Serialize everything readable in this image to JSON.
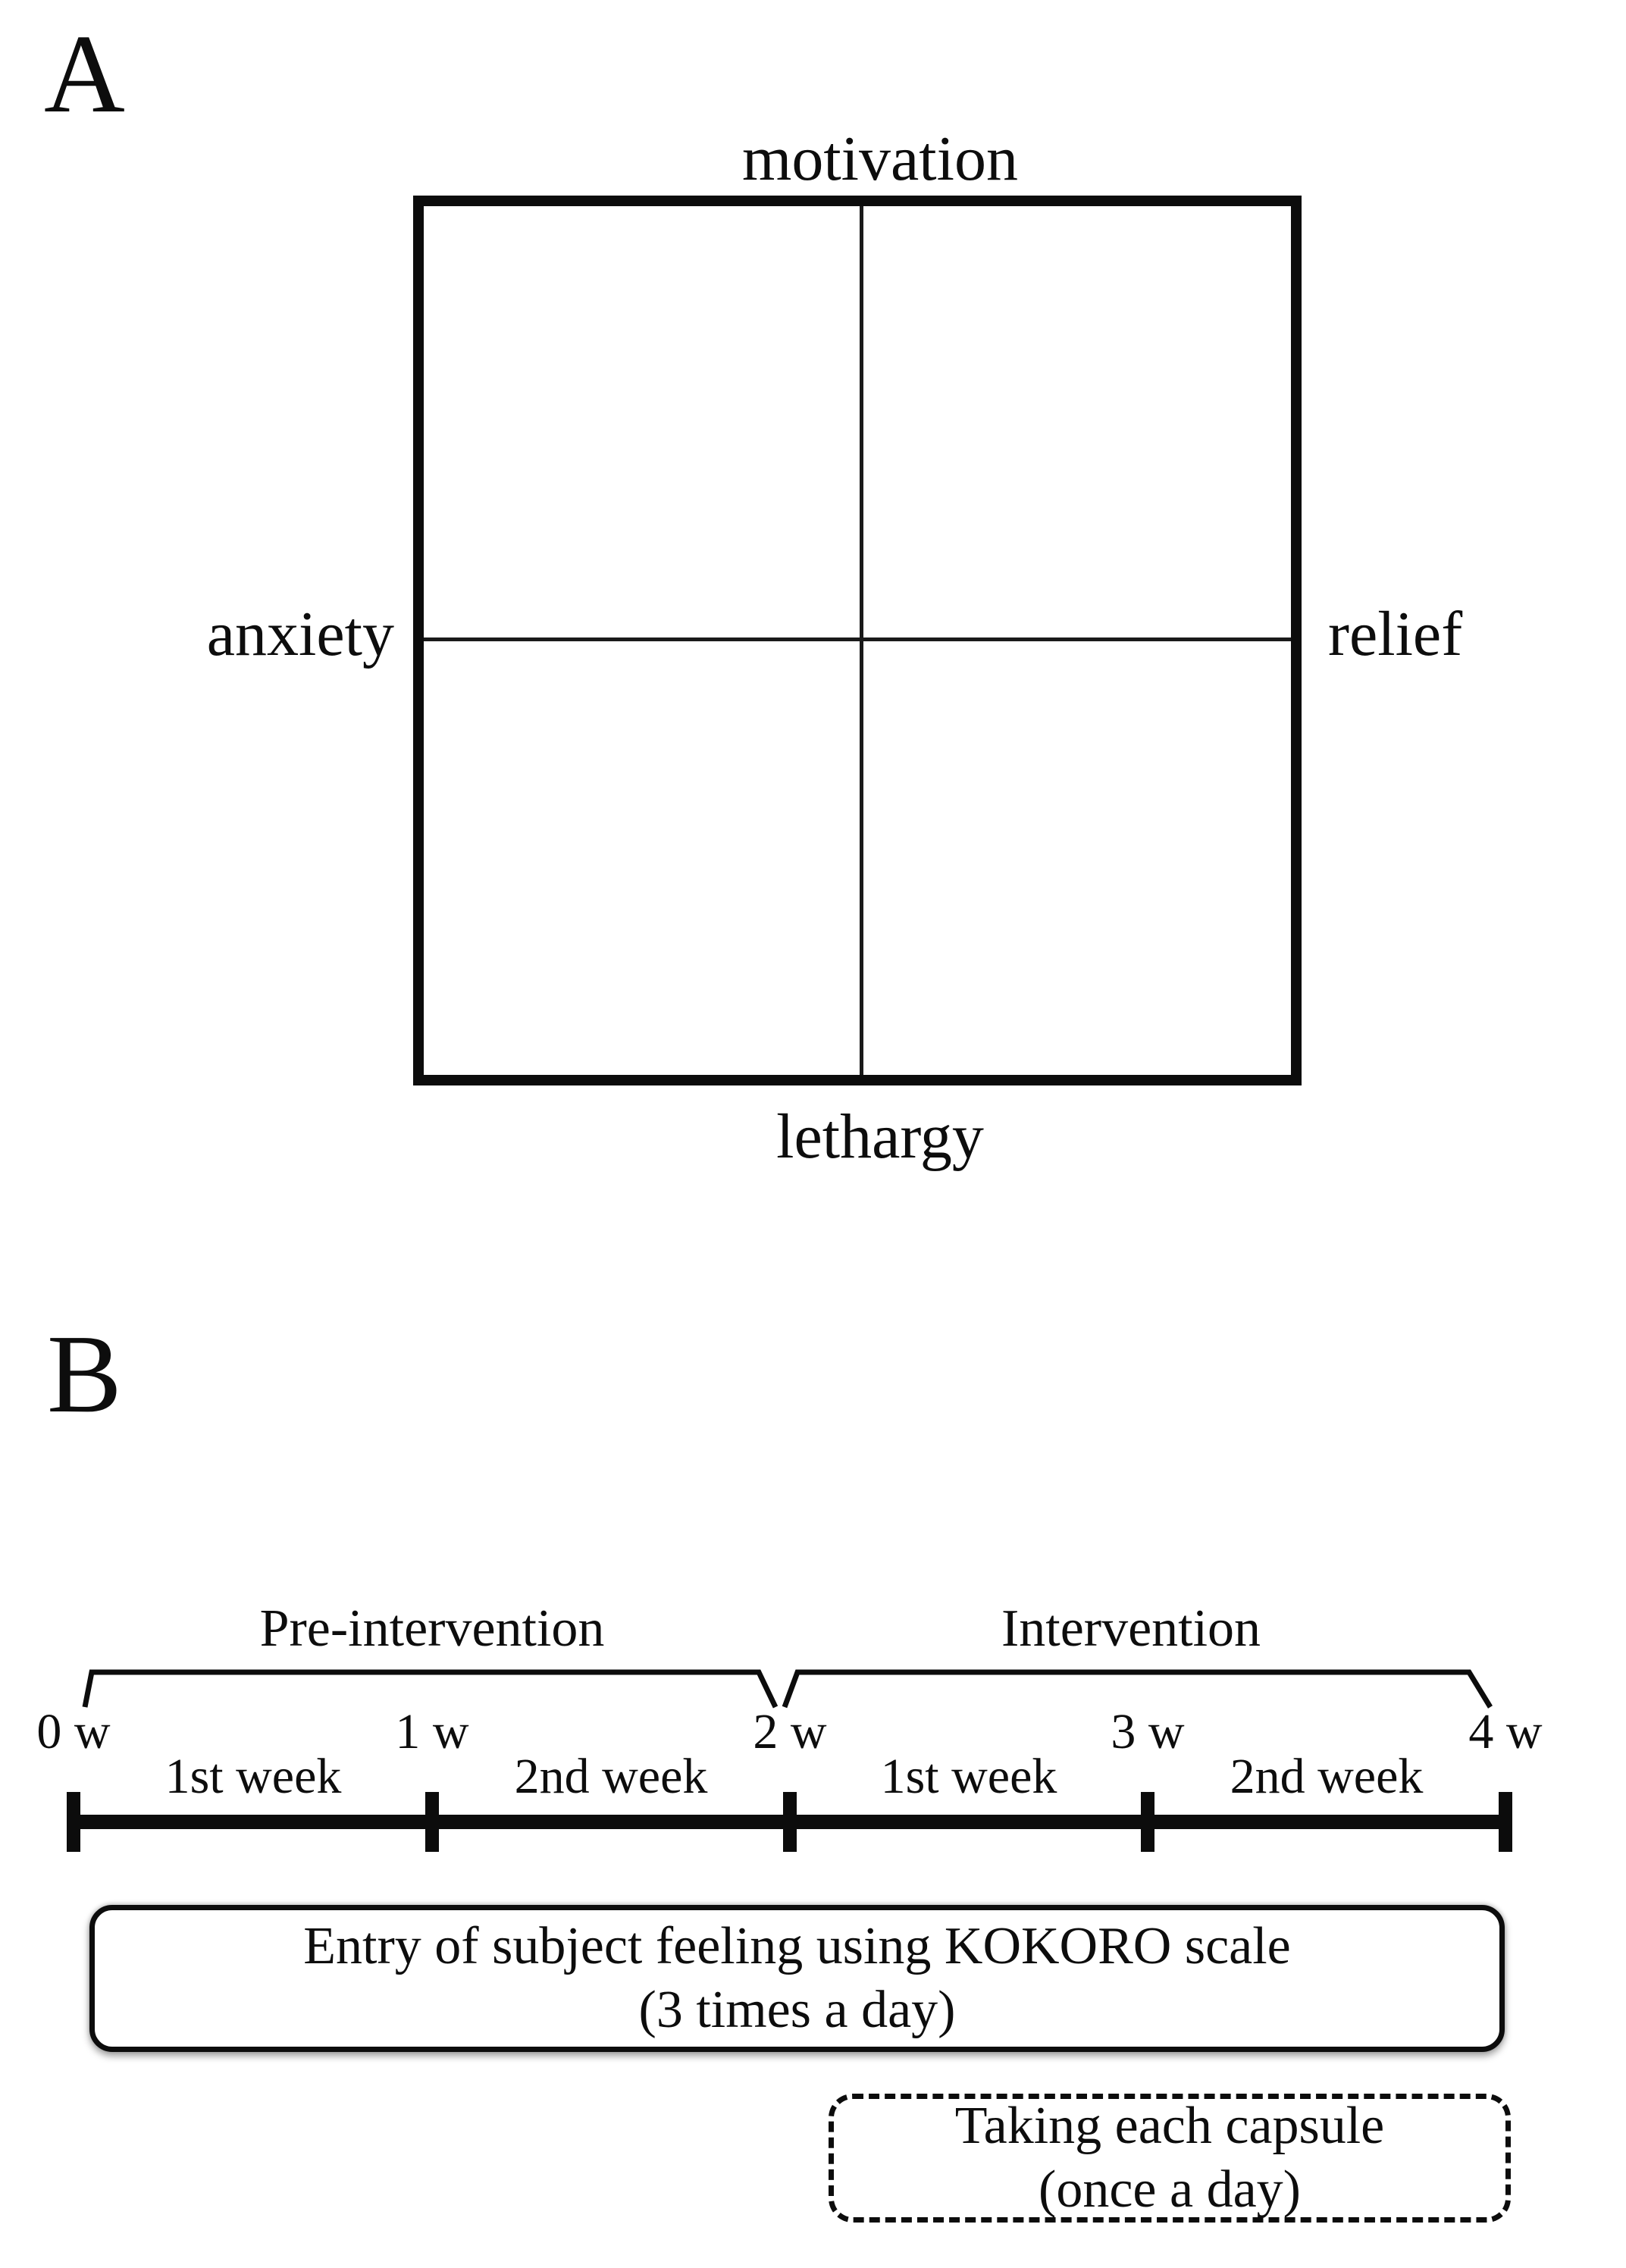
{
  "figure": {
    "background": "#ffffff",
    "ink": "#0d0d0d"
  },
  "panel_a": {
    "label": "A",
    "quadrant_diagram": {
      "top_label": "motivation",
      "left_label": "anxiety",
      "right_label": "relief",
      "bottom_label": "lethargy"
    }
  },
  "panel_b": {
    "label": "B",
    "phases": [
      {
        "label": "Pre-intervention"
      },
      {
        "label": "Intervention"
      }
    ],
    "timeline": {
      "week_marks": [
        "0 w",
        "1 w",
        "2 w",
        "3 w",
        "4 w"
      ],
      "segments": [
        "1st week",
        "2nd week",
        "1st week",
        "2nd week"
      ]
    },
    "annotations": {
      "kokoro_box": {
        "line1": "Entry of subject feeling using KOKORO scale",
        "line2": "(3 times a day)"
      },
      "capsule_box": {
        "line1": "Taking each capsule",
        "line2": "(once a day)"
      }
    }
  }
}
